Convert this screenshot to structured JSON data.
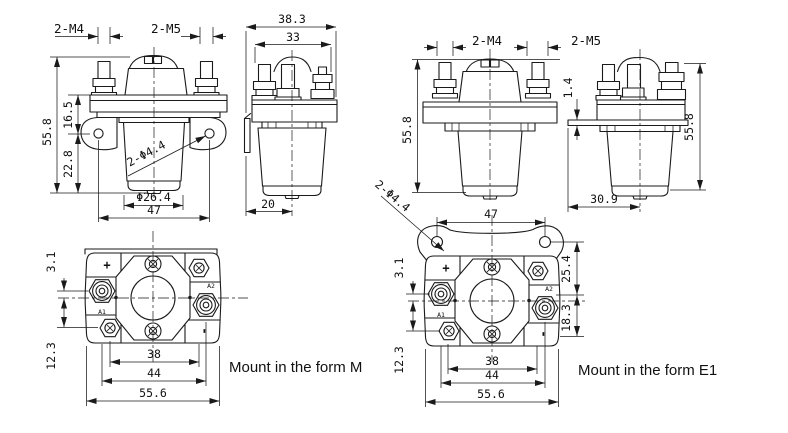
{
  "drawing": {
    "background": "#ffffff",
    "ink": "#1a1a1a",
    "captions": {
      "form_m": "Mount in the form M",
      "form_e1": "Mount in the form E1"
    },
    "views": {
      "m_front": {
        "dims": {
          "thread_small": "2-M4",
          "thread_large": "2-M5",
          "total_height": "55.8",
          "flange_to_hole": "16.5",
          "hole_to_base": "22.8",
          "mount_holes": "2-Φ4.4",
          "body_dia": "Φ26.4",
          "hole_span": "47"
        }
      },
      "m_side": {
        "dims": {
          "total_width": "38.3",
          "cap_width": "33",
          "base_offset": "20"
        }
      },
      "e1_front": {
        "dims": {
          "thread_small": "2-M4",
          "total_height": "55.8"
        }
      },
      "e1_side": {
        "dims": {
          "thread_large": "2-M5",
          "plate_thickness": "1.4",
          "plate_offset": "30.9",
          "total_height": "55.8"
        }
      },
      "m_bottom": {
        "terminals": {
          "plus": "+",
          "minus": "-",
          "a1": "A1",
          "a2": "A2"
        },
        "dims": {
          "center_offset_top": "3.1",
          "center_offset_bottom": "12.3",
          "bolt_span": "38",
          "terminal_span": "44",
          "total_width": "55.6"
        }
      },
      "e1_bottom": {
        "terminals": {
          "plus": "+",
          "minus": "-",
          "a1": "A1",
          "a2": "A2"
        },
        "dims": {
          "mount_holes": "2-Φ4.4",
          "hole_span": "47",
          "center_offset_top": "3.1",
          "center_offset_bottom": "12.3",
          "hole_to_terminal": "25.4",
          "terminal_to_base": "18.3",
          "bolt_span": "38",
          "terminal_span": "44",
          "total_width": "55.6"
        }
      }
    }
  }
}
